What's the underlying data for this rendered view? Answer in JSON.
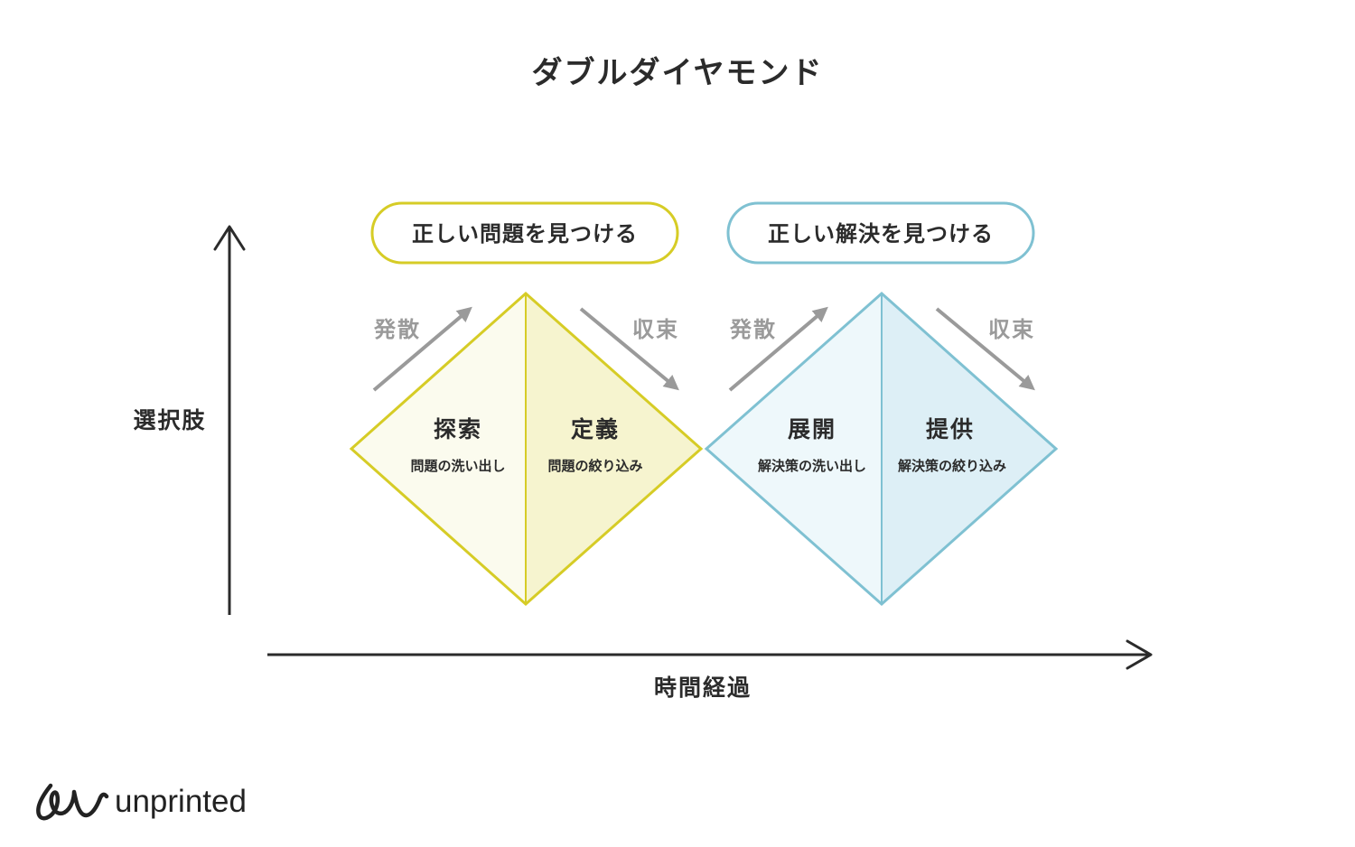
{
  "title": "ダブルダイヤモンド",
  "axes": {
    "y_label": "選択肢",
    "x_label": "時間経過"
  },
  "diamonds": [
    {
      "goal": "正しい問題を見つける",
      "left_arrow_label": "発散",
      "right_arrow_label": "収束",
      "left_phase": {
        "name": "探索",
        "description": "問題の洗い出し"
      },
      "right_phase": {
        "name": "定義",
        "description": "問題の絞り込み"
      },
      "colors": {
        "stroke": "#d6cc26",
        "left_fill": "#fbfbee",
        "right_fill": "#f6f4cf"
      }
    },
    {
      "goal": "正しい解決を見つける",
      "left_arrow_label": "発散",
      "right_arrow_label": "収束",
      "left_phase": {
        "name": "展開",
        "description": "解決策の洗い出し"
      },
      "right_phase": {
        "name": "提供",
        "description": "解決策の絞り込み"
      },
      "colors": {
        "stroke": "#7fc1d2",
        "left_fill": "#eef8fb",
        "right_fill": "#ddeff6"
      }
    }
  ],
  "brand": {
    "name": "unprinted",
    "logo_icon": "handwritten-loop-logo-icon"
  },
  "colors": {
    "text": "#2b2b2b",
    "flow_arrow": "#9a9a9a",
    "axis": "#2b2b2b"
  }
}
